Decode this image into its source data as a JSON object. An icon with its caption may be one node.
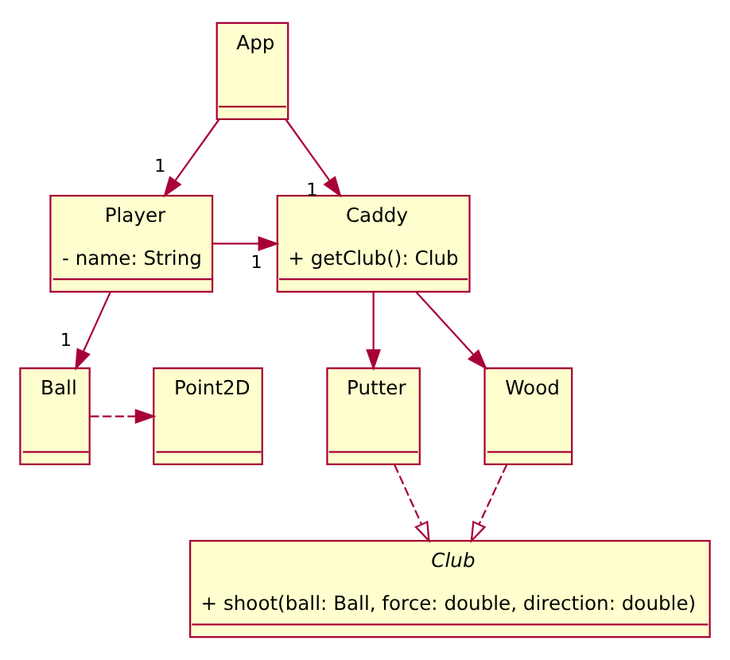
{
  "diagram": {
    "nodes": [
      {
        "text": [
          "App"
        ]
      },
      {
        "text": [
          "Player",
          "- name: String"
        ]
      },
      {
        "text": [
          "Caddy",
          "+ getClub(): Club"
        ]
      },
      {
        "text": [
          "Ball"
        ]
      },
      {
        "text": [
          "Point2D"
        ]
      },
      {
        "text": [
          "Putter"
        ]
      },
      {
        "text": [
          "Wood"
        ]
      },
      {
        "text": [
          "Club",
          "+ shoot(ball: Ball, force: double, direction: double)"
        ]
      }
    ],
    "edges": [
      {
        "from": 0,
        "to": 1,
        "arrow": "to",
        "label": "1"
      },
      {
        "from": 0,
        "to": 2,
        "arrow": "to",
        "label": "1"
      },
      {
        "from": 1,
        "to": 2,
        "arrow": "to",
        "label": "1"
      },
      {
        "from": 1,
        "to": 3,
        "arrow": "to",
        "label": "1"
      },
      {
        "from": 3,
        "to": 4,
        "arrow": "to",
        "style": "dashed"
      },
      {
        "from": 2,
        "to": 5,
        "arrow": "to"
      },
      {
        "from": 2,
        "to": 6,
        "arrow": "to"
      },
      {
        "from": 5,
        "to": 7,
        "arrow": "to",
        "style": "dashed"
      },
      {
        "from": 6,
        "to": 7,
        "arrow": "to",
        "style": "dashed"
      }
    ]
  }
}
